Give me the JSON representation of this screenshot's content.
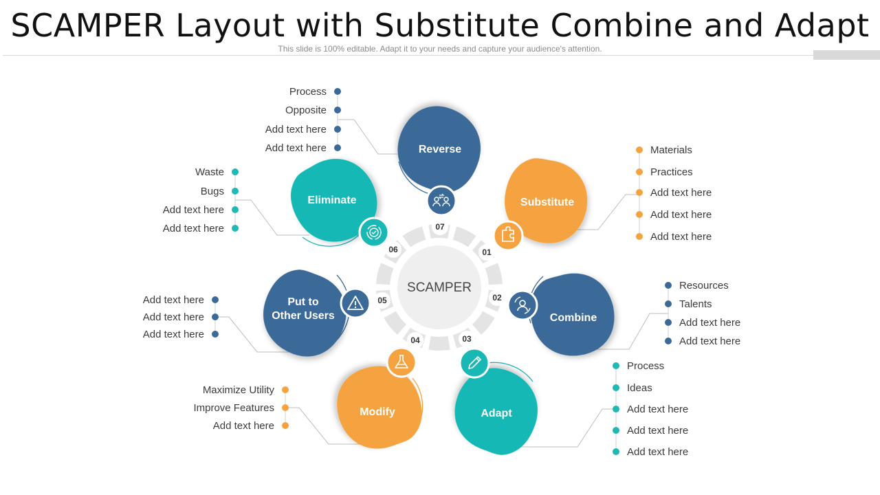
{
  "title": "SCAMPER Layout with Substitute Combine and Adapt",
  "subtitle": "This slide is 100% editable. Adapt it to your needs and capture your audience's attention.",
  "colors": {
    "blue": "#3b6a98",
    "teal": "#19b8b5",
    "orange": "#f5a340",
    "dot_blue": "#3b6a98",
    "dot_teal": "#1fb8b4",
    "dot_orange": "#f5a340",
    "center_ring": "#e4e4e4",
    "center_fill": "#efefef"
  },
  "center": {
    "label": "SCAMPER"
  },
  "steps": [
    {
      "number": "01",
      "label": "Substitute",
      "icon": "puzzle-icon",
      "color": "orange",
      "items": [
        "Materials",
        "Practices",
        "Add text here",
        "Add text here",
        "Add text here"
      ]
    },
    {
      "number": "02",
      "label": "Combine",
      "icon": "user-sync-icon",
      "color": "blue",
      "items": [
        "Resources",
        "Talents",
        "Add text here",
        "Add text here"
      ]
    },
    {
      "number": "03",
      "label": "Adapt",
      "icon": "pencil-icon",
      "color": "teal",
      "items": [
        "Process",
        "Ideas",
        "Add text here",
        "Add text here",
        "Add text here"
      ]
    },
    {
      "number": "04",
      "label": "Modify",
      "icon": "flask-icon",
      "color": "orange",
      "items": [
        "Maximize Utility",
        "Improve Features",
        "Add text here"
      ]
    },
    {
      "number": "05",
      "label": "Put to\nOther Users",
      "icon": "warning-icon",
      "color": "blue",
      "items": [
        "Add text here",
        "Add text here",
        "Add text here"
      ]
    },
    {
      "number": "06",
      "label": "Eliminate",
      "icon": "recycle-check-icon",
      "color": "teal",
      "items": [
        "Waste",
        "Bugs",
        "Add text here",
        "Add text here"
      ]
    },
    {
      "number": "07",
      "label": "Reverse",
      "icon": "exchange-people-icon",
      "color": "blue",
      "items": [
        "Process",
        "Opposite",
        "Add text here",
        "Add text here"
      ]
    }
  ]
}
